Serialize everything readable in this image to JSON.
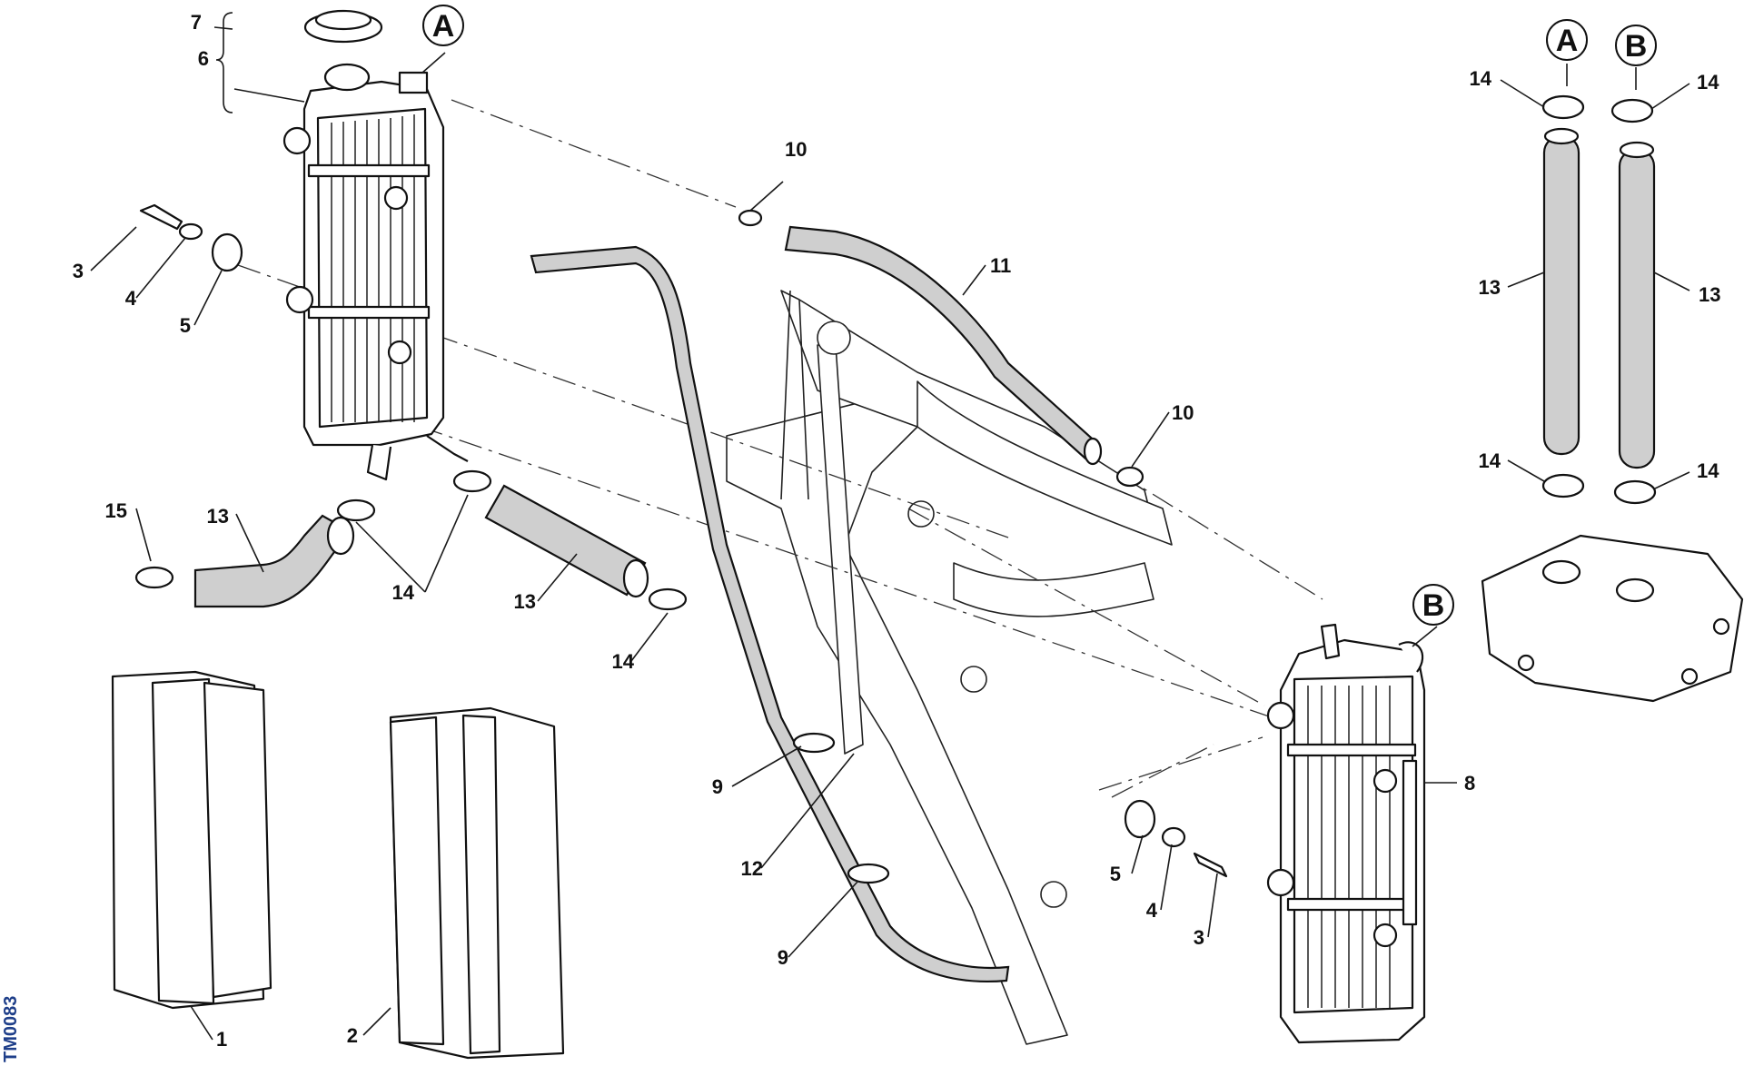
{
  "drawing_code": "TM0083",
  "callouts": {
    "c1": "1",
    "c2": "2",
    "c3a": "3",
    "c3b": "3",
    "c4a": "4",
    "c4b": "4",
    "c5a": "5",
    "c5b": "5",
    "c6": "6",
    "c7": "7",
    "c8": "8",
    "c9a": "9",
    "c9b": "9",
    "c10a": "10",
    "c10b": "10",
    "c11": "11",
    "c12": "12",
    "c13a": "13",
    "c13b": "13",
    "c13c": "13",
    "c13d": "13",
    "c14a": "14",
    "c14b": "14",
    "c14c": "14",
    "c14d": "14",
    "c14e": "14",
    "c14f": "14",
    "c15": "15"
  },
  "connection_markers": {
    "a_main": "A",
    "b_main": "B",
    "a_inset": "A",
    "b_inset": "B"
  }
}
